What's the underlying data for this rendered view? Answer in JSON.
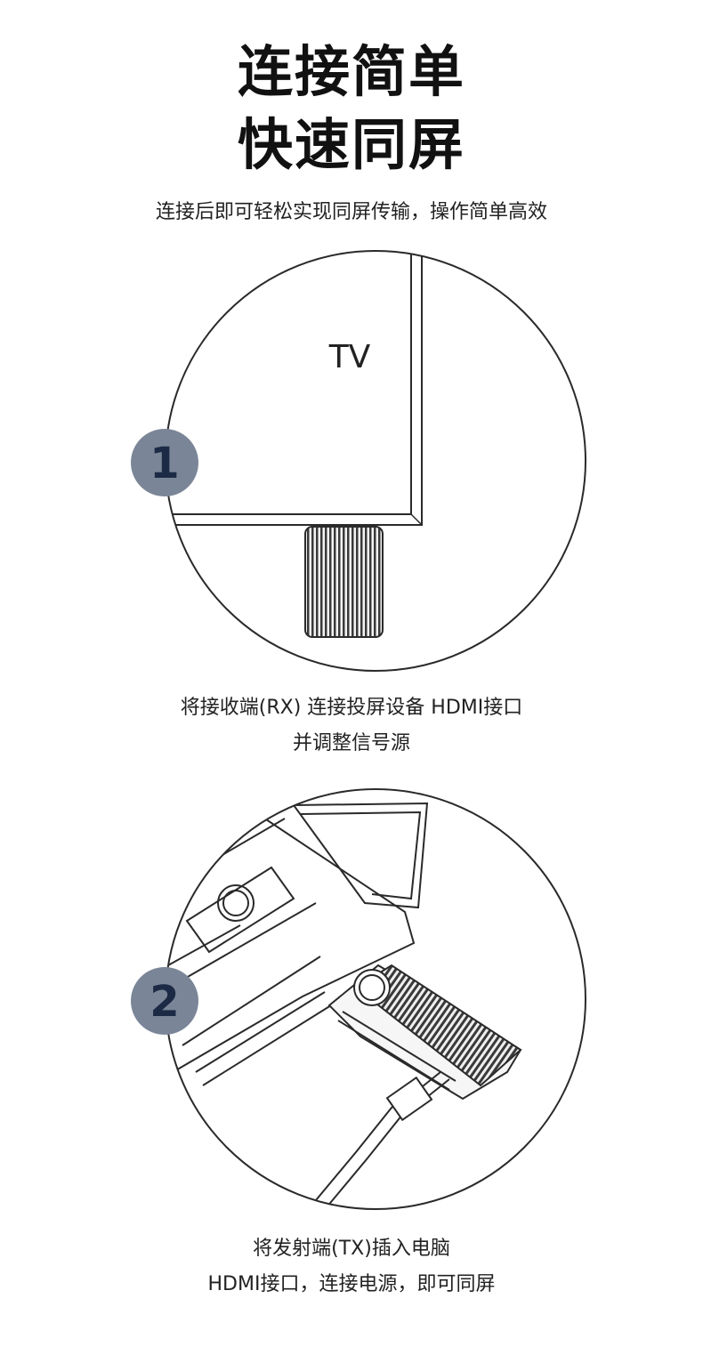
{
  "title": [
    "连接简单",
    "快速同屏"
  ],
  "subtitle": "连接后即可轻松实现同屏传输，操作简单高效",
  "step1": {
    "number": "1",
    "tv_label": "TV",
    "caption": [
      "将接收端(RX) 连接投屏设备 HDMI接口",
      "并调整信号源"
    ]
  },
  "step2": {
    "number": "2",
    "caption": [
      "将发射端(TX)插入电脑",
      "HDMI接口，连接电源，即可同屏"
    ]
  },
  "colors": {
    "badge_fill": "#7a8597",
    "badge_text": "#1c2a45",
    "line": "#2a2a2a",
    "dongle_dark": "#3a3a3a"
  }
}
